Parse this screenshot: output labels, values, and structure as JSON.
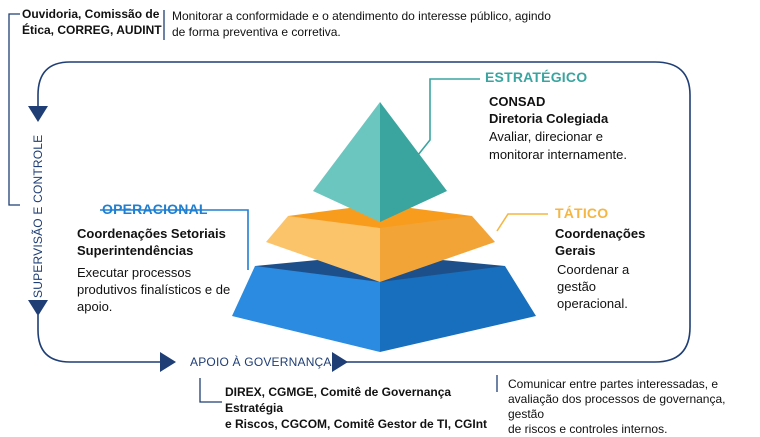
{
  "supervision": {
    "actors": "Ouvidoria, Comissão de\nÉtica, CORREG, AUDINT",
    "description": "Monitorar a conformidade e o atendimento do interesse público, agindo\nde forma preventiva e corretiva.",
    "label": "SUPERVISÃO E CONTROLE"
  },
  "strategic": {
    "title": "ESTRATÉGICO",
    "actors": "CONSAD\nDiretoria Colegiada",
    "description": "Avaliar, direcionar e\nmonitorar internamente."
  },
  "tactical": {
    "title": "TÁTICO",
    "actors": "Coordenações\nGerais",
    "description": "Coordenar a\ngestão\noperacional."
  },
  "operational": {
    "title": "OPERACIONAL",
    "actors": "Coordenações Setoriais\nSuperintendências",
    "description": "Executar processos\nprodutivos finalísticos e de\napoio."
  },
  "support": {
    "label": "APOIO À GOVERNANÇA",
    "actors": "DIREX, CGMGE, Comitê de Governança Estratégia\ne Riscos, CGCOM, Comitê Gestor de TI, CGInt",
    "description": "Comunicar entre partes interessadas, e\navaliação dos processos de governança, gestão\nde riscos e controles internos."
  },
  "colors": {
    "strategic": "#3aa5a0",
    "tactical": "#f5b642",
    "operational": "#1f7fd0",
    "navy": "#1f3e75"
  }
}
